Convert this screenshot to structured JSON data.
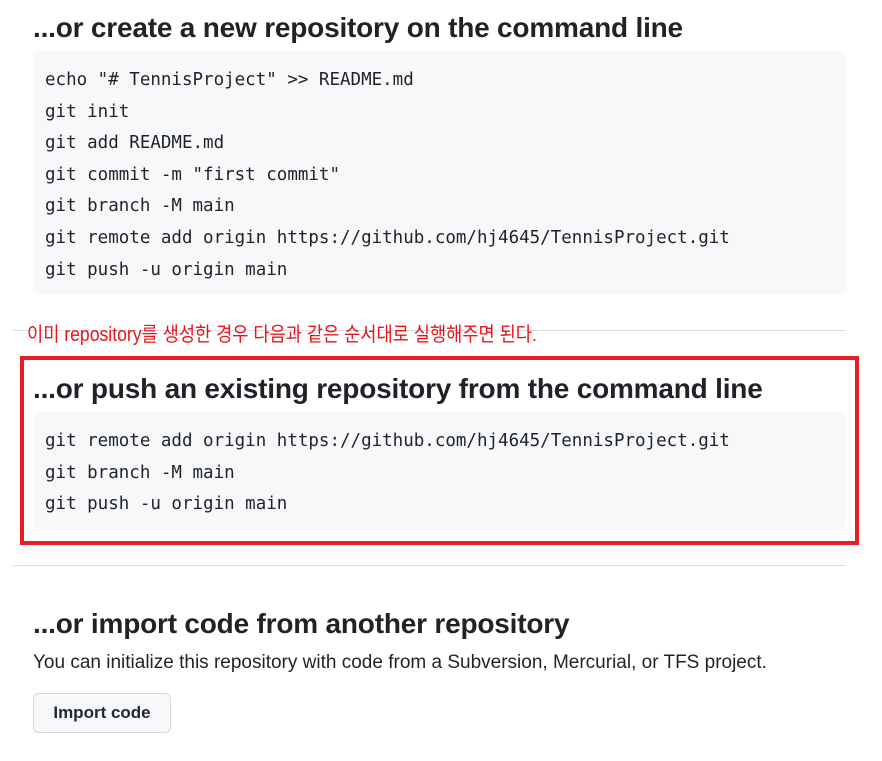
{
  "create_section": {
    "heading": "...or create a new repository on the command line",
    "code_lines": [
      "echo \"# TennisProject\" >> README.md",
      "git init",
      "git add README.md",
      "git commit -m \"first commit\"",
      "git branch -M main",
      "git remote add origin https://github.com/hj4645/TennisProject.git",
      "git push -u origin main"
    ]
  },
  "annotation": {
    "text": "이미 repository를 생성한 경우 다음과 같은 순서대로 실행해주면 된다.",
    "color": "#e8141c"
  },
  "push_section": {
    "heading": "...or push an existing repository from the command line",
    "code_lines": [
      "git remote add origin https://github.com/hj4645/TennisProject.git",
      "git branch -M main",
      "git push -u origin main"
    ]
  },
  "import_section": {
    "heading": "...or import code from another repository",
    "description": "You can initialize this repository with code from a Subversion, Mercurial, or TFS project.",
    "button_label": "Import code"
  }
}
